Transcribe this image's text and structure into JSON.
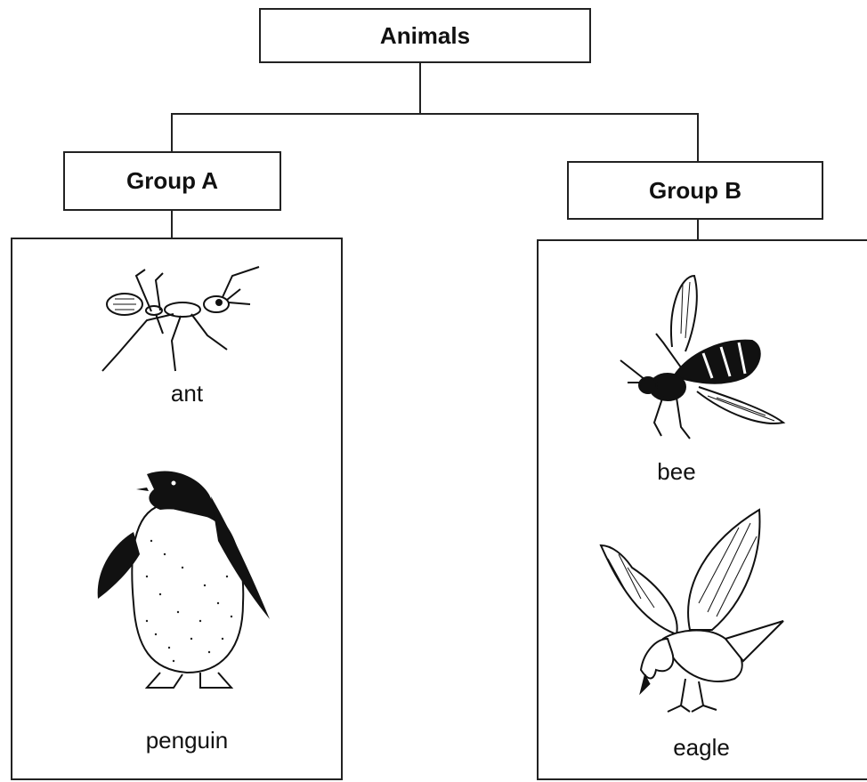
{
  "root": {
    "title": "Animals"
  },
  "groups": [
    {
      "title": "Group A",
      "animals": [
        "ant",
        "penguin"
      ]
    },
    {
      "title": "Group B",
      "animals": [
        "bee",
        "eagle"
      ]
    }
  ]
}
